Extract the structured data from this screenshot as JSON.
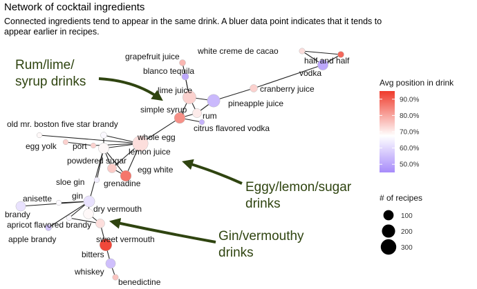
{
  "chart_data": {
    "type": "network",
    "title": "Network of cocktail ingredients",
    "subtitle": "Connected ingredients tend to appear in the same drink. A bluer data point indicates that it tends to appear earlier in recipes.",
    "nodes": [
      {
        "id": "white creme de cacao",
        "avg_position": 0.7,
        "recipes": 15
      },
      {
        "id": "half and half",
        "avg_position": 0.88,
        "recipes": 20
      },
      {
        "id": "vodka",
        "avg_position": 0.5,
        "recipes": 110
      },
      {
        "id": "cranberry juice",
        "avg_position": 0.72,
        "recipes": 40
      },
      {
        "id": "pineapple juice",
        "avg_position": 0.53,
        "recipes": 180
      },
      {
        "id": "grapefruit juice",
        "avg_position": 0.76,
        "recipes": 20
      },
      {
        "id": "blanco tequila",
        "avg_position": 0.5,
        "recipes": 30
      },
      {
        "id": "lime juice",
        "avg_position": 0.72,
        "recipes": 200
      },
      {
        "id": "rum",
        "avg_position": 0.68,
        "recipes": 70
      },
      {
        "id": "simple syrup",
        "avg_position": 0.82,
        "recipes": 120
      },
      {
        "id": "citrus flavored vodka",
        "avg_position": 0.52,
        "recipes": 10
      },
      {
        "id": "old mr. boston five star brandy",
        "avg_position": 0.66,
        "recipes": 10
      },
      {
        "id": "whole egg",
        "avg_position": 0.64,
        "recipes": 20
      },
      {
        "id": "egg yolk",
        "avg_position": 0.72,
        "recipes": 10
      },
      {
        "id": "port",
        "avg_position": 0.72,
        "recipes": 10
      },
      {
        "id": "lemon juice",
        "avg_position": 0.7,
        "recipes": 300
      },
      {
        "id": "powdered sugar",
        "avg_position": 0.66,
        "recipes": 110
      },
      {
        "id": "egg white",
        "avg_position": 0.73,
        "recipes": 70
      },
      {
        "id": "grenadine",
        "avg_position": 0.86,
        "recipes": 120
      },
      {
        "id": "sloe gin",
        "avg_position": 0.62,
        "recipes": 10
      },
      {
        "id": "anisette",
        "avg_position": 0.64,
        "recipes": 10
      },
      {
        "id": "gin",
        "avg_position": 0.6,
        "recipes": 130
      },
      {
        "id": "brandy",
        "avg_position": 0.6,
        "recipes": 90
      },
      {
        "id": "dry vermouth",
        "avg_position": 0.66,
        "recipes": 100
      },
      {
        "id": "apricot flavored brandy",
        "avg_position": 0.64,
        "recipes": 10
      },
      {
        "id": "apple brandy",
        "avg_position": 0.55,
        "recipes": 20
      },
      {
        "id": "sweet vermouth",
        "avg_position": 0.7,
        "recipes": 70
      },
      {
        "id": "bitters",
        "avg_position": 0.93,
        "recipes": 160
      },
      {
        "id": "whiskey",
        "avg_position": 0.54,
        "recipes": 90
      },
      {
        "id": "benedictine",
        "avg_position": 0.74,
        "recipes": 15
      }
    ],
    "edges": [
      [
        "white creme de cacao",
        "half and half"
      ],
      [
        "white creme de cacao",
        "vodka"
      ],
      [
        "half and half",
        "vodka"
      ],
      [
        "vodka",
        "cranberry juice"
      ],
      [
        "cranberry juice",
        "pineapple juice"
      ],
      [
        "pineapple juice",
        "rum"
      ],
      [
        "pineapple juice",
        "lime juice"
      ],
      [
        "grapefruit juice",
        "lime juice"
      ],
      [
        "blanco tequila",
        "lime juice"
      ],
      [
        "lime juice",
        "rum"
      ],
      [
        "lime juice",
        "simple syrup"
      ],
      [
        "rum",
        "simple syrup"
      ],
      [
        "simple syrup",
        "citrus flavored vodka"
      ],
      [
        "simple syrup",
        "lemon juice"
      ],
      [
        "old mr. boston five star brandy",
        "lemon juice"
      ],
      [
        "egg yolk",
        "port"
      ],
      [
        "port",
        "lemon juice"
      ],
      [
        "whole egg",
        "lemon juice"
      ],
      [
        "whole egg",
        "powdered sugar"
      ],
      [
        "lemon juice",
        "powdered sugar"
      ],
      [
        "lemon juice",
        "egg white"
      ],
      [
        "lemon juice",
        "grenadine"
      ],
      [
        "powdered sugar",
        "egg white"
      ],
      [
        "powdered sugar",
        "grenadine"
      ],
      [
        "egg white",
        "grenadine"
      ],
      [
        "sloe gin",
        "powdered sugar"
      ],
      [
        "powdered sugar",
        "gin"
      ],
      [
        "anisette",
        "gin"
      ],
      [
        "brandy",
        "gin"
      ],
      [
        "gin",
        "dry vermouth"
      ],
      [
        "gin",
        "apricot flavored brandy"
      ],
      [
        "gin",
        "apple brandy"
      ],
      [
        "dry vermouth",
        "sweet vermouth"
      ],
      [
        "apricot flavored brandy",
        "sweet vermouth"
      ],
      [
        "sweet vermouth",
        "bitters"
      ],
      [
        "bitters",
        "whiskey"
      ],
      [
        "whiskey",
        "benedictine"
      ]
    ],
    "annotations": [
      {
        "text_lines": [
          "Rum/lime/",
          "syrup drinks"
        ]
      },
      {
        "text_lines": [
          "Eggy/lemon/sugar",
          "drinks"
        ]
      },
      {
        "text_lines": [
          "Gin/vermouthy",
          "drinks"
        ]
      }
    ],
    "color_legend": {
      "title": "Avg position in drink",
      "ticks": [
        "90.0%",
        "80.0%",
        "70.0%",
        "60.0%",
        "50.0%"
      ],
      "tick_values": [
        0.9,
        0.8,
        0.7,
        0.6,
        0.5
      ],
      "range": [
        0.45,
        0.95
      ],
      "colors": {
        "low": "#a78bfa",
        "mid": "#ffffff",
        "high": "#ef3b2c"
      }
    },
    "size_legend": {
      "title": "# of recipes",
      "values": [
        100,
        200,
        300
      ]
    },
    "annotation_color": "#2f4410"
  }
}
